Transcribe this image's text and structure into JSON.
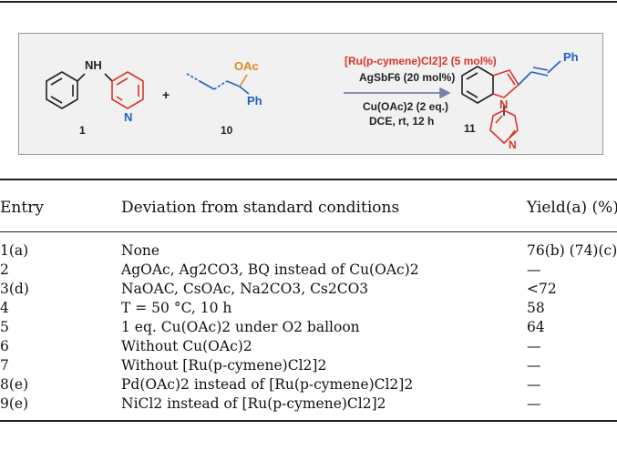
{
  "scheme": {
    "nh_label": "NH",
    "n_label_reactant": "N",
    "plus": "+",
    "oac_label": "OAc",
    "ph_label_reactant": "Ph",
    "compound_1": "1",
    "compound_10": "10",
    "compound_11": "11",
    "catalyst": "[Ru(p-cymene)Cl2]2 (5 mol%)",
    "additive": "AgSbF6 (20 mol%)",
    "oxidant": "Cu(OAc)2 (2 eq.)",
    "solvent": "DCE, rt, 12 h",
    "ph_label_product": "Ph",
    "n_label_product": "N",
    "n_label_pyridyl": "N",
    "colors": {
      "red": "#d9352b",
      "blue": "#1f5fc4",
      "orange": "#e08a1e",
      "line": "#222222"
    }
  },
  "table": {
    "headers": [
      "Entry",
      "Deviation from standard conditions",
      "Yield(a) (%)"
    ],
    "rows": [
      {
        "entry": "1(a)",
        "deviation": "None",
        "yield": "76(b) (74)(c)"
      },
      {
        "entry": "2",
        "deviation": "AgOAc, Ag2CO3, BQ instead of Cu(OAc)2",
        "yield": "—"
      },
      {
        "entry": "3(d)",
        "deviation": "NaOAC, CsOAc, Na2CO3, Cs2CO3",
        "yield": "<72"
      },
      {
        "entry": "4",
        "deviation": "T = 50 °C, 10 h",
        "yield": "58"
      },
      {
        "entry": "5",
        "deviation": "1 eq. Cu(OAc)2 under O2 balloon",
        "yield": "64"
      },
      {
        "entry": "6",
        "deviation": "Without Cu(OAc)2",
        "yield": "—"
      },
      {
        "entry": "7",
        "deviation": "Without [Ru(p-cymene)Cl2]2",
        "yield": "—"
      },
      {
        "entry": "8(e)",
        "deviation": "Pd(OAc)2 instead of [Ru(p-cymene)Cl2]2",
        "yield": "—"
      },
      {
        "entry": "9(e)",
        "deviation": "NiCl2 instead of [Ru(p-cymene)Cl2]2",
        "yield": "—"
      }
    ]
  }
}
